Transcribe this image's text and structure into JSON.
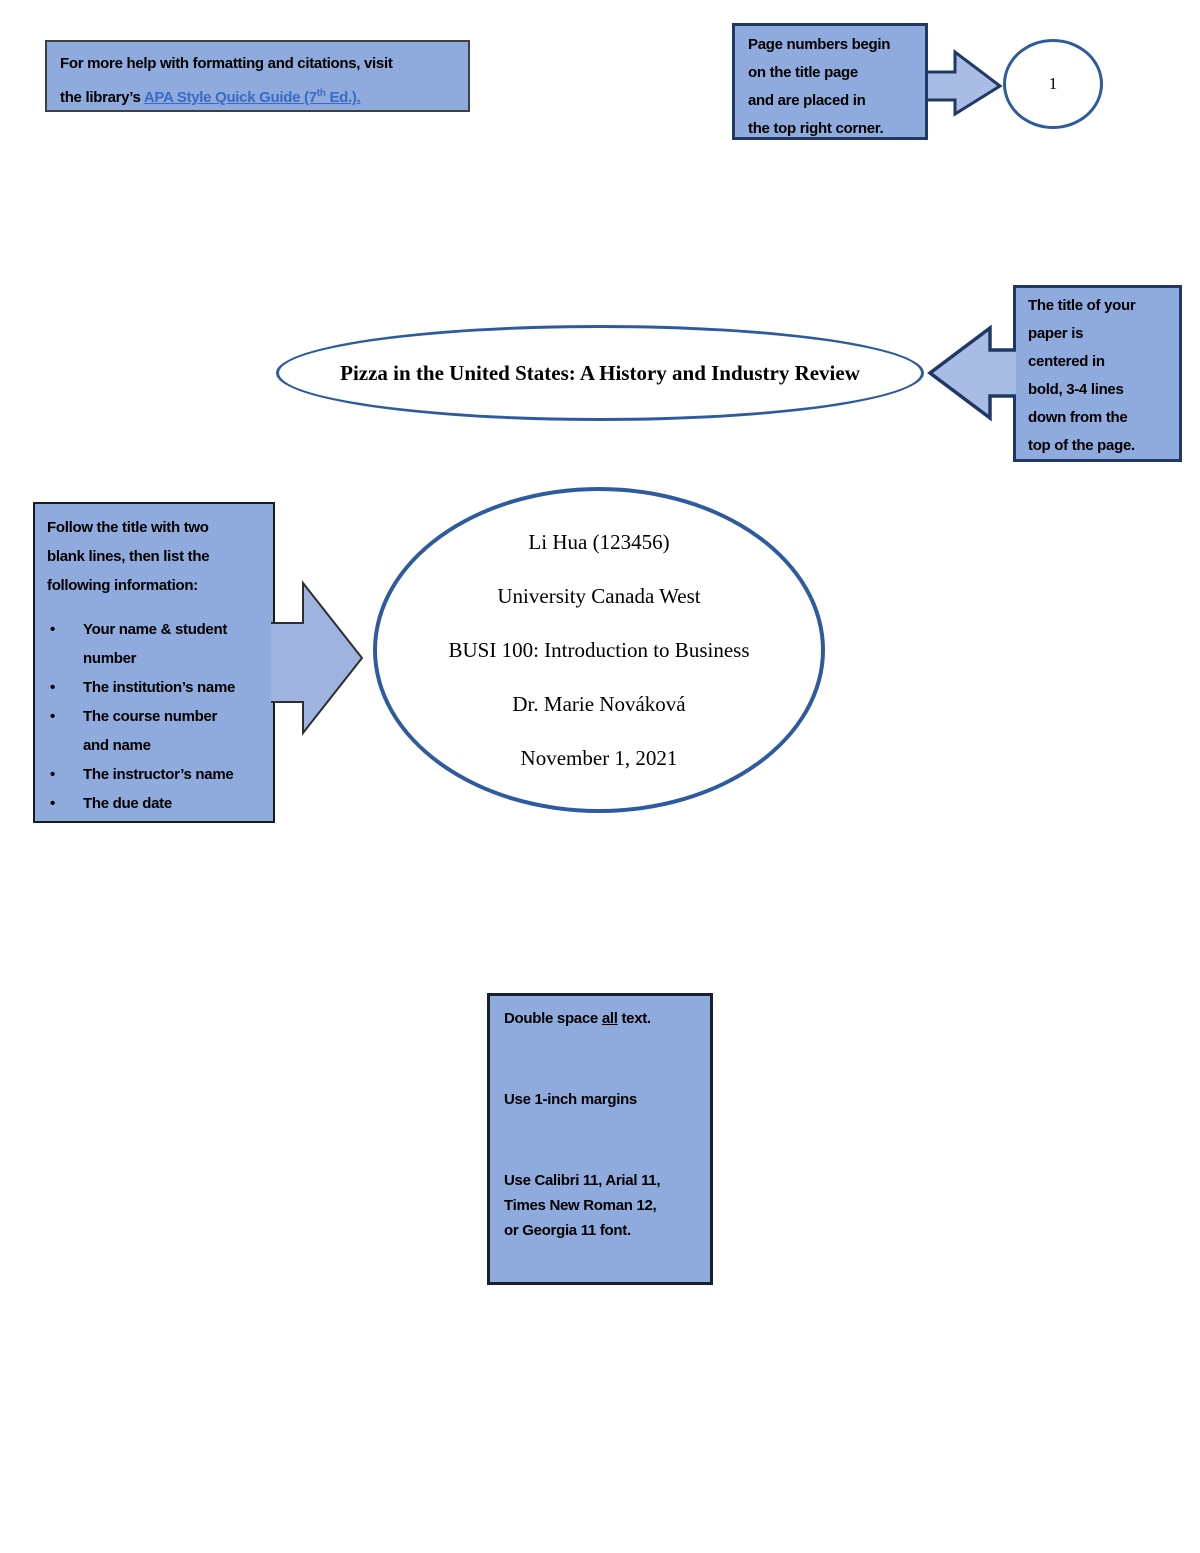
{
  "page_number": "1",
  "colors": {
    "callout_fill": "#8faadc",
    "callout_border_navy": "#1f3864",
    "shape_outline_blue": "#2e5b9e",
    "arrow_fill": "#a8bce4",
    "link_blue": "#3a6bc4"
  },
  "title_page": {
    "title": "Pizza in the United States: A History and Industry Review",
    "student_lines": [
      "Li Hua (123456)",
      "University Canada West",
      "BUSI 100: Introduction to Business",
      "Dr. Marie Nováková",
      "November 1, 2021"
    ]
  },
  "annotations": {
    "help": {
      "line1": "For more help with formatting and citations, visit",
      "line2_prefix": "the library’s ",
      "link_main": "APA Style Quick Guide (7",
      "link_sup": "th",
      "link_tail": " Ed.)."
    },
    "page_numbers": {
      "lines": [
        "Page numbers begin",
        "on the title page",
        "and are placed in",
        "the top right corner."
      ]
    },
    "title_note": {
      "lines": [
        "The title of your",
        "paper is",
        "centered in",
        "bold, 3-4 lines",
        "down from the",
        "top of the page."
      ]
    },
    "follow": {
      "bullet_char": "•",
      "intro_lines": [
        "Follow the title with two",
        "blank lines, then list the",
        "following information:"
      ],
      "bullets": [
        [
          "Your name & student",
          "number"
        ],
        [
          "The institution’s name"
        ],
        [
          "The course number",
          "and name"
        ],
        [
          "The instructor’s name"
        ],
        [
          "The due date"
        ]
      ]
    },
    "format": {
      "p1_pre": "Double space ",
      "p1_underline": "all",
      "p1_post": " text.",
      "p2": "Use 1-inch margins",
      "p3_lines": [
        "Use Calibri 11, Arial 11,",
        "Times New Roman 12,",
        "or Georgia 11 font."
      ]
    }
  }
}
